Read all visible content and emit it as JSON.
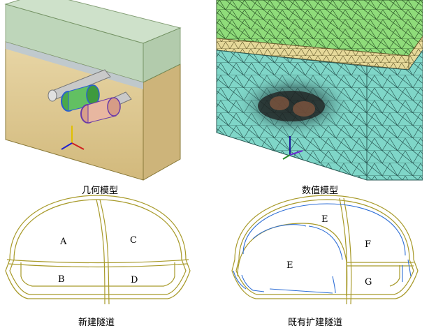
{
  "captions": {
    "geometry_model": "几何模型",
    "numerical_model": "数值模型",
    "new_tunnel": "新建隧道",
    "existing_tunnel": "既有扩建隧道"
  },
  "sections": {
    "new": {
      "A": "A",
      "B": "B",
      "C": "C",
      "D": "D"
    },
    "existing": {
      "E_top": "E",
      "E_left": "E",
      "F": "F",
      "G": "G"
    }
  },
  "colors": {
    "soil_tan": "#dcc48e",
    "top_layer_green": "#9fd08a",
    "mesh_cyan": "#7fd6c8",
    "mesh_green": "#8fdc7a",
    "mesh_tan": "#e6d99a",
    "outline_olive": "#a89a2a",
    "liner_blue": "#2f6fd6"
  }
}
